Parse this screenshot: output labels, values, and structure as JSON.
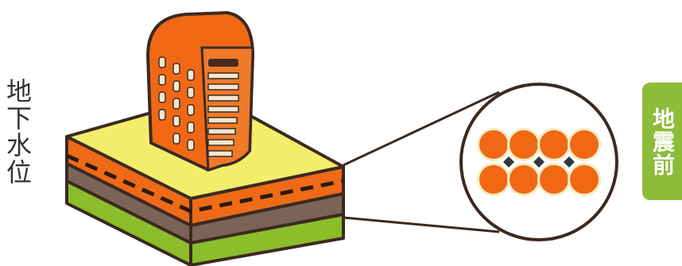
{
  "labels": {
    "groundwater": "地下水位",
    "badge": "地震前"
  },
  "colors": {
    "building": "#f06814",
    "top_surface": "#f4ed6c",
    "orange_layer": "#ef6a17",
    "brown_layer": "#7b6456",
    "green_layer": "#8cbd2a",
    "outline": "#3b2a22",
    "badge_bg": "#8dbb3a",
    "grain": "#f06814",
    "grain_halo": "#f3ecc4"
  },
  "diagram": {
    "grain_rows": 2,
    "grains_per_row": 4,
    "pore_water_markers": 3
  }
}
